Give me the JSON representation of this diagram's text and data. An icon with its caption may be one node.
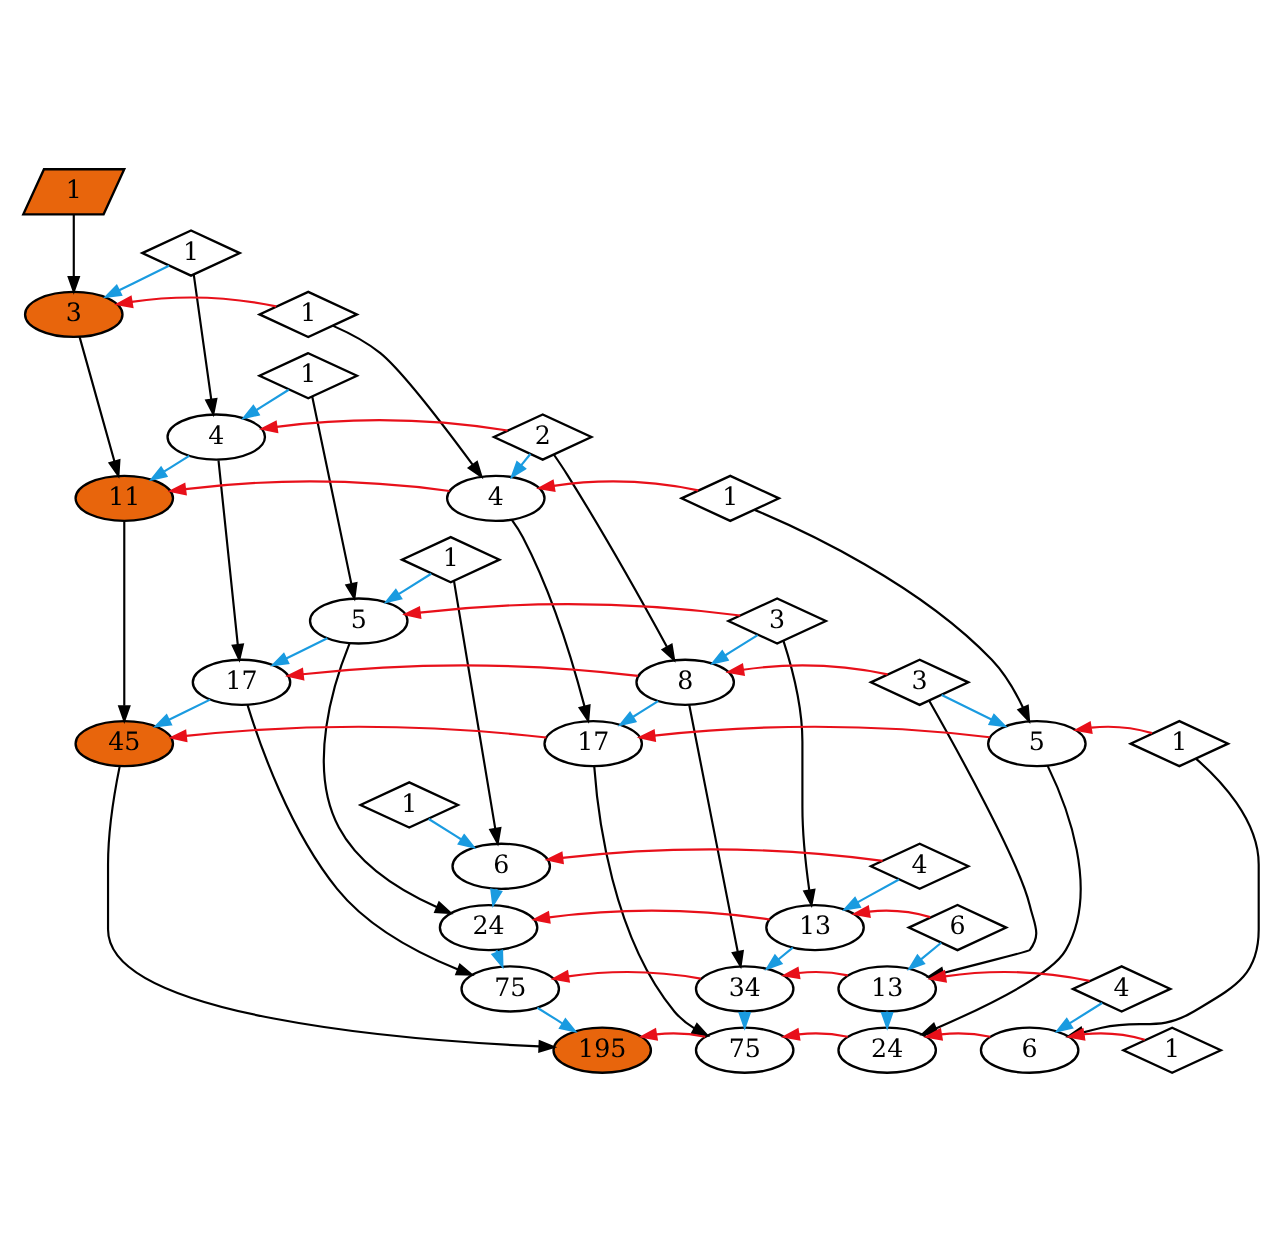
{
  "diagram": {
    "nodes": [
      {
        "text": [
          "1"
        ]
      },
      {
        "text": [
          "1"
        ]
      },
      {
        "text": [
          "3"
        ]
      },
      {
        "text": [
          "1"
        ]
      },
      {
        "text": [
          "1"
        ]
      },
      {
        "text": [
          "4"
        ]
      },
      {
        "text": [
          "2"
        ]
      },
      {
        "text": [
          "11"
        ]
      },
      {
        "text": [
          "4"
        ]
      },
      {
        "text": [
          "1"
        ]
      },
      {
        "text": [
          "1"
        ]
      },
      {
        "text": [
          "5"
        ]
      },
      {
        "text": [
          "3"
        ]
      },
      {
        "text": [
          "17"
        ]
      },
      {
        "text": [
          "8"
        ]
      },
      {
        "text": [
          "3"
        ]
      },
      {
        "text": [
          "45"
        ]
      },
      {
        "text": [
          "17"
        ]
      },
      {
        "text": [
          "5"
        ]
      },
      {
        "text": [
          "1"
        ]
      },
      {
        "text": [
          "1"
        ]
      },
      {
        "text": [
          "6"
        ]
      },
      {
        "text": [
          "4"
        ]
      },
      {
        "text": [
          "24"
        ]
      },
      {
        "text": [
          "13"
        ]
      },
      {
        "text": [
          "6"
        ]
      },
      {
        "text": [
          "75"
        ]
      },
      {
        "text": [
          "34"
        ]
      },
      {
        "text": [
          "13"
        ]
      },
      {
        "text": [
          "4"
        ]
      },
      {
        "text": [
          "195"
        ]
      },
      {
        "text": [
          "75"
        ]
      },
      {
        "text": [
          "24"
        ]
      },
      {
        "text": [
          "6"
        ]
      },
      {
        "text": [
          "1"
        ]
      }
    ],
    "edges": [
      {
        "from": 0,
        "to": 2,
        "arrow": "to"
      },
      {
        "from": 2,
        "to": 7,
        "arrow": "to"
      },
      {
        "from": 1,
        "to": 5,
        "arrow": "to"
      },
      {
        "from": 3,
        "to": 8,
        "arrow": "to"
      },
      {
        "from": 7,
        "to": 16,
        "arrow": "to"
      },
      {
        "from": 5,
        "to": 13,
        "arrow": "to"
      },
      {
        "from": 8,
        "to": 17,
        "arrow": "to"
      },
      {
        "from": 4,
        "to": 11,
        "arrow": "to"
      },
      {
        "from": 6,
        "to": 14,
        "arrow": "to"
      },
      {
        "from": 9,
        "to": 18,
        "arrow": "to"
      },
      {
        "from": 16,
        "to": 30,
        "arrow": "to"
      },
      {
        "from": 13,
        "to": 26,
        "arrow": "to"
      },
      {
        "from": 17,
        "to": 31,
        "arrow": "to"
      },
      {
        "from": 11,
        "to": 23,
        "arrow": "to"
      },
      {
        "from": 14,
        "to": 27,
        "arrow": "to"
      },
      {
        "from": 18,
        "to": 32,
        "arrow": "to"
      },
      {
        "from": 10,
        "to": 21,
        "arrow": "to"
      },
      {
        "from": 12,
        "to": 24,
        "arrow": "to"
      },
      {
        "from": 15,
        "to": 28,
        "arrow": "to"
      },
      {
        "from": 19,
        "to": 33,
        "arrow": "to"
      },
      {
        "from": 1,
        "to": 2,
        "arrow": "to",
        "color": "#1a9be0"
      },
      {
        "from": 3,
        "to": 2,
        "arrow": "to",
        "color": "#e8101a"
      },
      {
        "from": 4,
        "to": 5,
        "arrow": "to",
        "color": "#1a9be0"
      },
      {
        "from": 5,
        "to": 7,
        "arrow": "to",
        "color": "#1a9be0"
      },
      {
        "from": 6,
        "to": 8,
        "arrow": "to",
        "color": "#1a9be0"
      },
      {
        "from": 6,
        "to": 5,
        "arrow": "to",
        "color": "#e8101a"
      },
      {
        "from": 9,
        "to": 8,
        "arrow": "to",
        "color": "#e8101a"
      },
      {
        "from": 8,
        "to": 7,
        "arrow": "to",
        "color": "#e8101a"
      },
      {
        "from": 10,
        "to": 11,
        "arrow": "to",
        "color": "#1a9be0"
      },
      {
        "from": 11,
        "to": 13,
        "arrow": "to",
        "color": "#1a9be0"
      },
      {
        "from": 13,
        "to": 16,
        "arrow": "to",
        "color": "#1a9be0"
      },
      {
        "from": 12,
        "to": 14,
        "arrow": "to",
        "color": "#1a9be0"
      },
      {
        "from": 14,
        "to": 17,
        "arrow": "to",
        "color": "#1a9be0"
      },
      {
        "from": 15,
        "to": 18,
        "arrow": "to",
        "color": "#1a9be0"
      },
      {
        "from": 12,
        "to": 11,
        "arrow": "to",
        "color": "#e8101a"
      },
      {
        "from": 15,
        "to": 14,
        "arrow": "to",
        "color": "#e8101a"
      },
      {
        "from": 14,
        "to": 13,
        "arrow": "to",
        "color": "#e8101a"
      },
      {
        "from": 19,
        "to": 18,
        "arrow": "to",
        "color": "#e8101a"
      },
      {
        "from": 18,
        "to": 17,
        "arrow": "to",
        "color": "#e8101a"
      },
      {
        "from": 17,
        "to": 16,
        "arrow": "to",
        "color": "#e8101a"
      },
      {
        "from": 20,
        "to": 21,
        "arrow": "to",
        "color": "#1a9be0"
      },
      {
        "from": 21,
        "to": 23,
        "arrow": "to",
        "color": "#1a9be0"
      },
      {
        "from": 23,
        "to": 26,
        "arrow": "to",
        "color": "#1a9be0"
      },
      {
        "from": 26,
        "to": 30,
        "arrow": "to",
        "color": "#1a9be0"
      },
      {
        "from": 22,
        "to": 24,
        "arrow": "to",
        "color": "#1a9be0"
      },
      {
        "from": 24,
        "to": 27,
        "arrow": "to",
        "color": "#1a9be0"
      },
      {
        "from": 27,
        "to": 31,
        "arrow": "to",
        "color": "#1a9be0"
      },
      {
        "from": 25,
        "to": 28,
        "arrow": "to",
        "color": "#1a9be0"
      },
      {
        "from": 28,
        "to": 32,
        "arrow": "to",
        "color": "#1a9be0"
      },
      {
        "from": 29,
        "to": 33,
        "arrow": "to",
        "color": "#1a9be0"
      },
      {
        "from": 22,
        "to": 21,
        "arrow": "to",
        "color": "#e8101a"
      },
      {
        "from": 25,
        "to": 24,
        "arrow": "to",
        "color": "#e8101a"
      },
      {
        "from": 24,
        "to": 23,
        "arrow": "to",
        "color": "#e8101a"
      },
      {
        "from": 29,
        "to": 28,
        "arrow": "to",
        "color": "#e8101a"
      },
      {
        "from": 28,
        "to": 27,
        "arrow": "to",
        "color": "#e8101a"
      },
      {
        "from": 27,
        "to": 26,
        "arrow": "to",
        "color": "#e8101a"
      },
      {
        "from": 34,
        "to": 33,
        "arrow": "to",
        "color": "#e8101a"
      },
      {
        "from": 33,
        "to": 32,
        "arrow": "to",
        "color": "#e8101a"
      },
      {
        "from": 32,
        "to": 31,
        "arrow": "to",
        "color": "#e8101a"
      },
      {
        "from": 31,
        "to": 30,
        "arrow": "to",
        "color": "#e8101a"
      }
    ]
  }
}
